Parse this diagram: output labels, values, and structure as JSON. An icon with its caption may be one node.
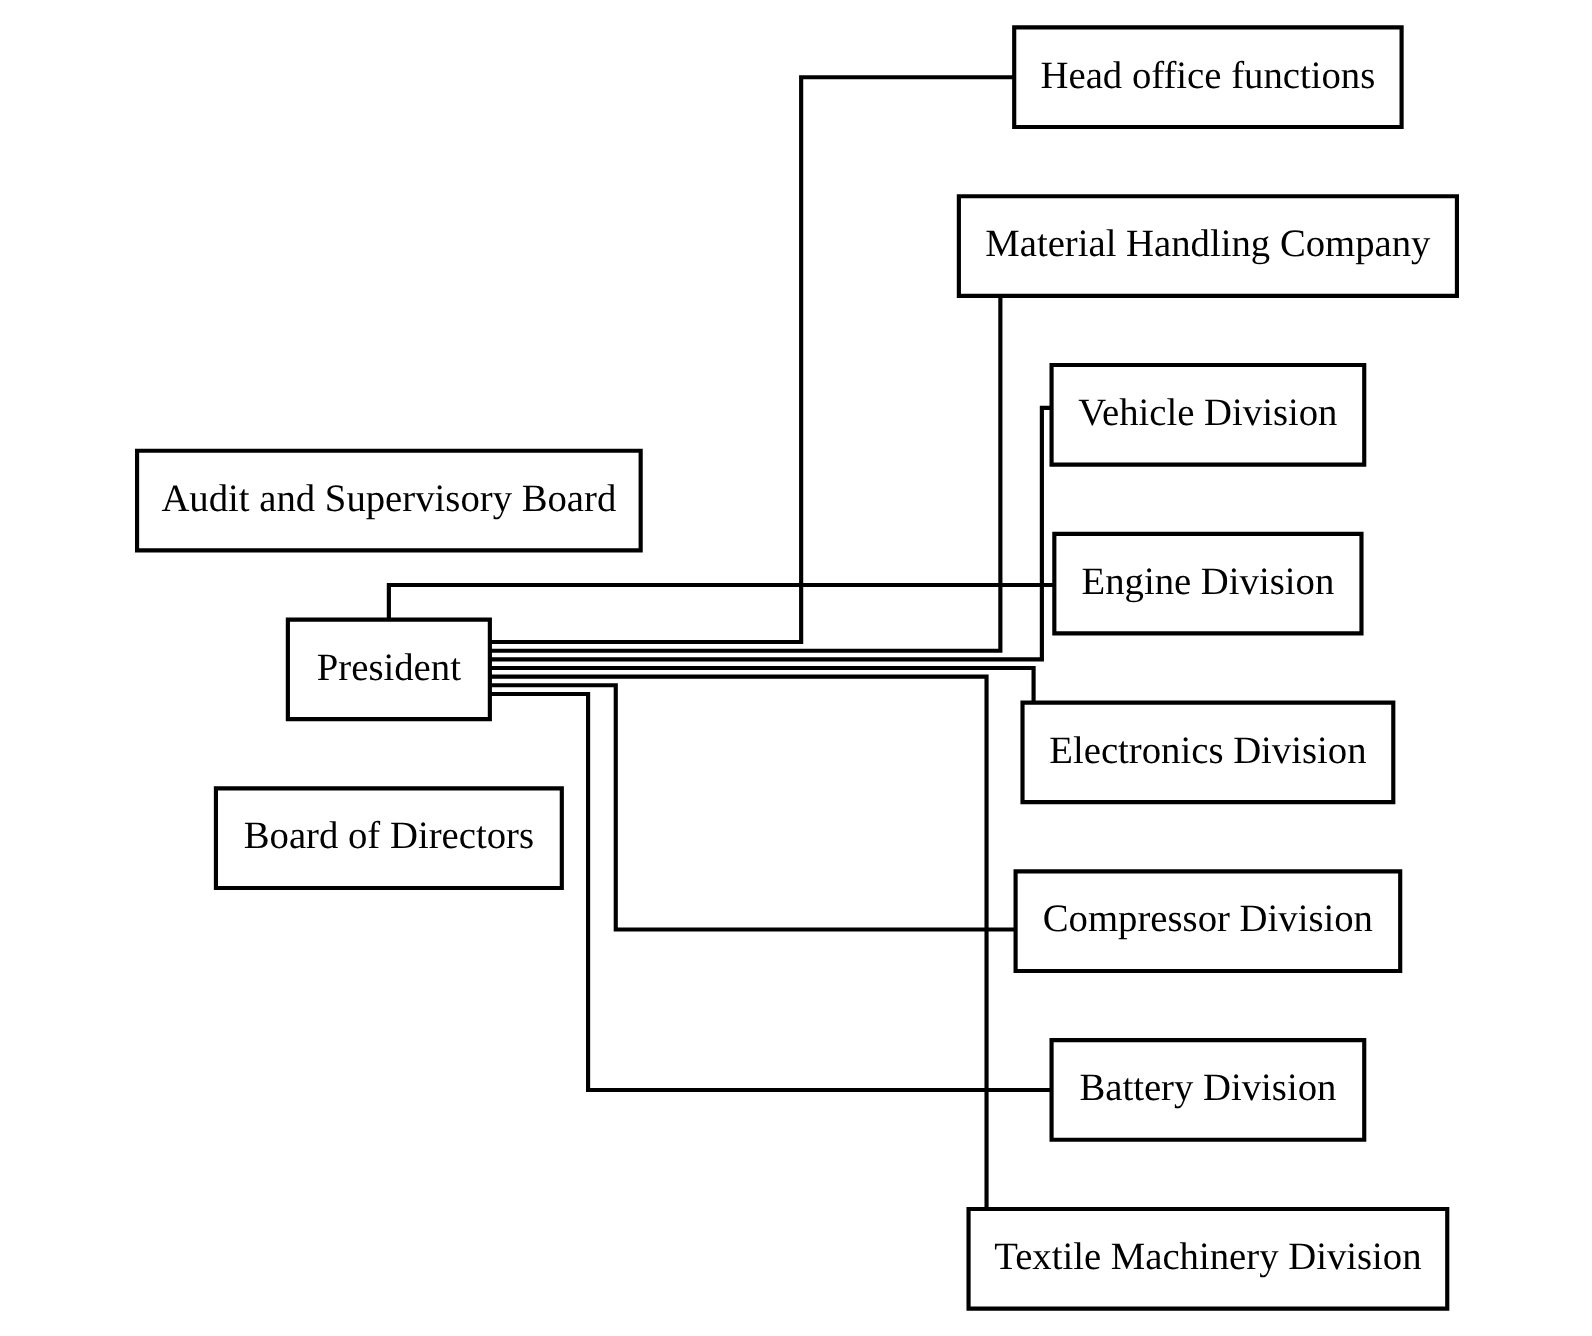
{
  "diagram": {
    "nodes": [
      {
        "text": [
          "Board of Directors"
        ]
      },
      {
        "text": [
          "President"
        ]
      },
      {
        "text": [
          "Audit and Supervisory Board"
        ]
      },
      {
        "text": [
          "Head office functions"
        ]
      },
      {
        "text": [
          "Material Handling Company"
        ]
      },
      {
        "text": [
          "Vehicle Division"
        ]
      },
      {
        "text": [
          "Engine Division"
        ]
      },
      {
        "text": [
          "Electronics Division"
        ]
      },
      {
        "text": [
          "Compressor Division"
        ]
      },
      {
        "text": [
          "Battery Division"
        ]
      },
      {
        "text": [
          "Textile Machinery Division"
        ]
      }
    ],
    "edges": [
      {
        "from": 1,
        "to": 3,
        "arrow": "none"
      },
      {
        "from": 1,
        "to": 4,
        "arrow": "none"
      },
      {
        "from": 1,
        "to": 5,
        "arrow": "none"
      },
      {
        "from": 1,
        "to": 6,
        "arrow": "none"
      },
      {
        "from": 1,
        "to": 7,
        "arrow": "none"
      },
      {
        "from": 1,
        "to": 8,
        "arrow": "none"
      },
      {
        "from": 1,
        "to": 9,
        "arrow": "none"
      },
      {
        "from": 1,
        "to": 10,
        "arrow": "none"
      }
    ]
  }
}
